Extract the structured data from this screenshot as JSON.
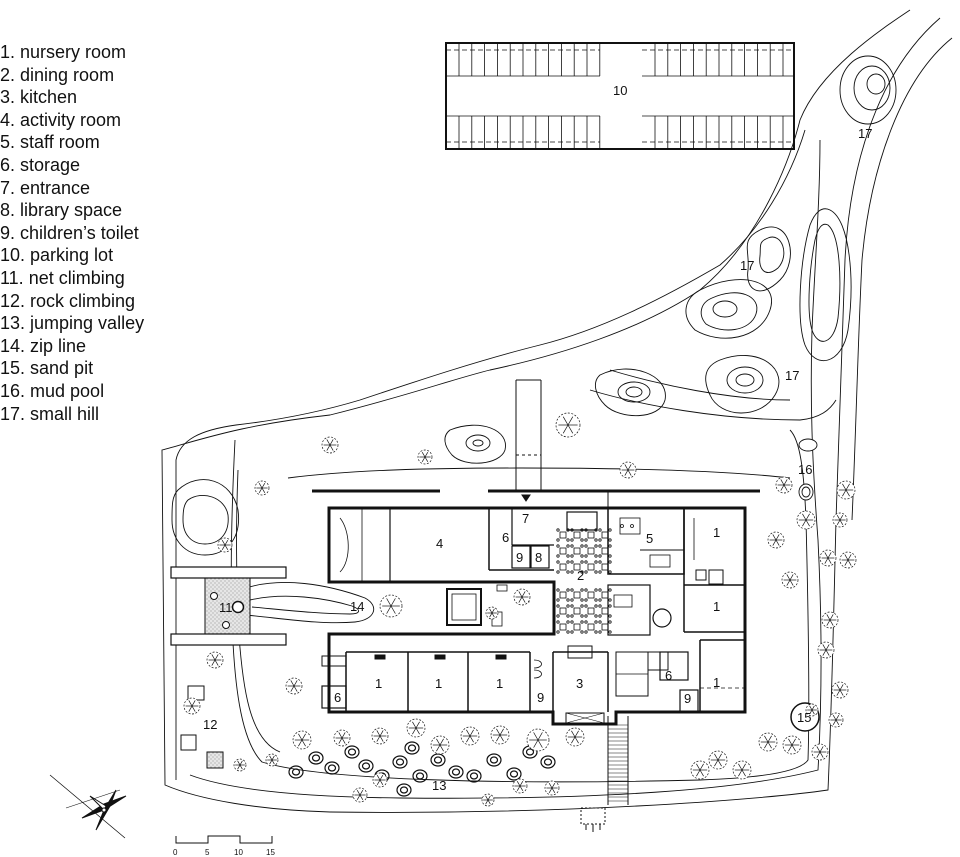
{
  "legend": [
    "1. nursery room",
    "2. dining room",
    "3. kitchen",
    "4. activity room",
    "5. staff room",
    "6. storage",
    "7. entrance",
    "8. library space",
    "9. children’s toilet",
    "10. parking lot",
    "11. net climbing",
    "12. rock climbing",
    "13. jumping valley",
    "14. zip line",
    "15. sand pit",
    "16. mud pool",
    "17. small hill"
  ],
  "labels": {
    "nursery": "1",
    "dining": "2",
    "kitchen": "3",
    "activity": "4",
    "staff": "5",
    "storage": "6",
    "entrance": "7",
    "library": "8",
    "toilet": "9",
    "parking": "10",
    "net": "11",
    "rock": "12",
    "jumping": "13",
    "zipline": "14",
    "sandpit": "15",
    "mudpool": "16",
    "hill": "17"
  },
  "scale": {
    "ticks": [
      "0",
      "5",
      "10",
      "15"
    ]
  },
  "colors": {
    "ink": "#111111",
    "hatch": "#cfcfcf",
    "background": "#ffffff"
  },
  "icons": {
    "north": "north-compass-icon",
    "tree": "tree-icon"
  }
}
